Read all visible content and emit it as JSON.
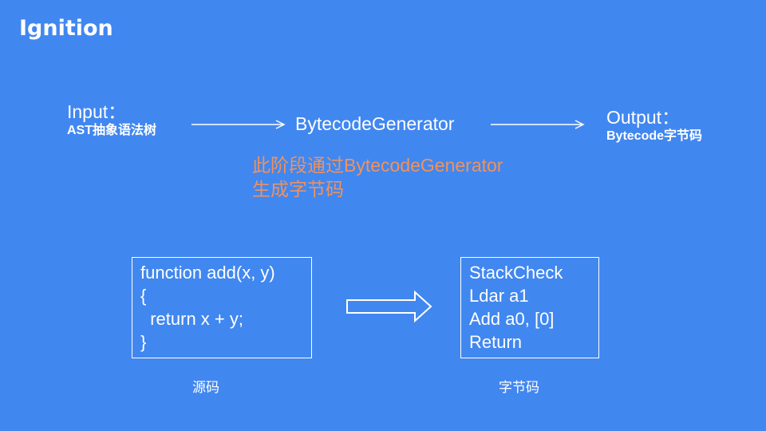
{
  "slide": {
    "title": "Ignition"
  },
  "flow": {
    "input_label": "Input：",
    "input_desc": "AST抽象语法树",
    "generator": "BytecodeGenerator",
    "output_label": "Output：",
    "output_desc": "Bytecode字节码"
  },
  "note": {
    "line1": "此阶段通过BytecodeGenerator",
    "line2": "生成字节码"
  },
  "source": {
    "lines": [
      "function add(x, y)",
      "{",
      "  return x + y;",
      "}"
    ],
    "caption": "源码"
  },
  "bytecode": {
    "lines": [
      "StackCheck",
      "Ldar a1",
      "Add a0, [0]",
      "Return"
    ],
    "caption": "字节码"
  },
  "colors": {
    "background": "#4187f0",
    "text": "#ffffff",
    "note": "#f0925c"
  },
  "icons": [
    "arrow-right-icon",
    "hollow-arrow-right-icon"
  ]
}
